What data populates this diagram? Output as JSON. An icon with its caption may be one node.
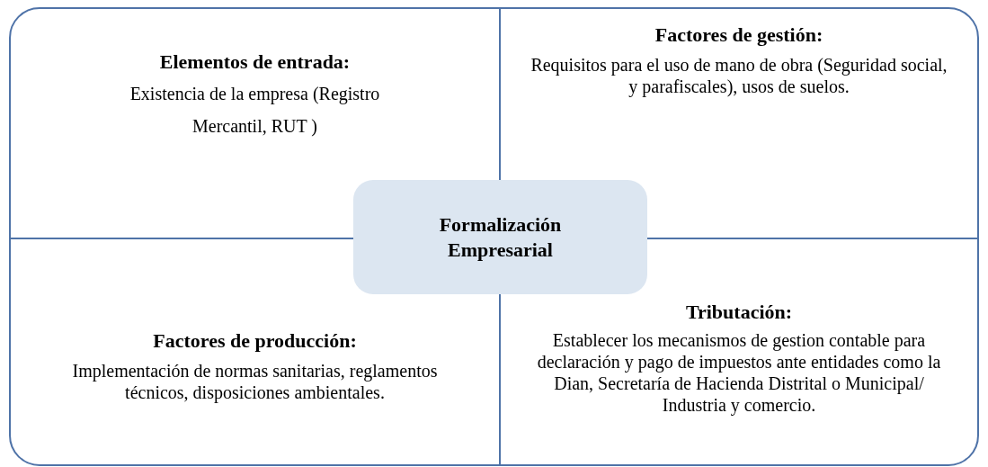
{
  "diagram": {
    "nodes": [
      {
        "text": [
          "Elementos de entrada:",
          "Existencia de la empresa (Registro Mercantil, RUT )"
        ]
      },
      {
        "text": [
          "Factores de gestión:",
          "Requisitos para el uso de mano de obra (Seguridad social, y parafiscales), usos de suelos."
        ]
      },
      {
        "text": [
          "Formalización Empresarial"
        ]
      },
      {
        "text": [
          "Factores de producción:",
          "Implementación de normas sanitarias, reglamentos técnicos, disposiciones ambientales."
        ]
      },
      {
        "text": [
          "Tributación:",
          "Establecer los mecanismos de gestion contable para declaración y pago de impuestos ante entidades como la Dian, Secretaría de Hacienda Distrital o Municipal/ Industria y comercio."
        ]
      }
    ],
    "edges": []
  }
}
